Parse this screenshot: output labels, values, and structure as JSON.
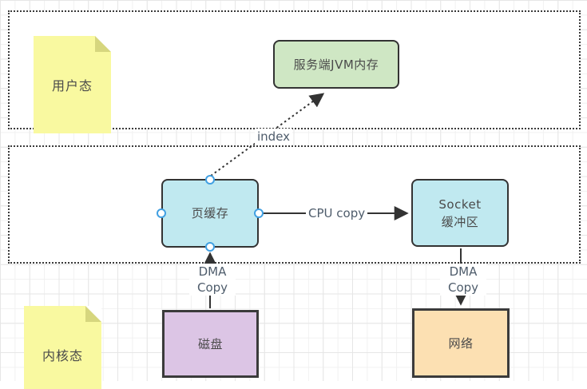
{
  "regions": {
    "user_space": {
      "note": "用户态"
    },
    "kernel_space": {
      "note": "内核态"
    }
  },
  "note_style": {
    "fill": "#f9f9a0",
    "fold": "#d6d67e"
  },
  "nodes": {
    "jvm_memory": {
      "label": "服务端JVM内存",
      "fill": "#cfe7c4"
    },
    "page_cache": {
      "label": "页缓存",
      "fill": "#c0e9f0"
    },
    "socket_buffer": {
      "label": "Socket\n缓冲区",
      "fill": "#c0e9f0"
    },
    "disk": {
      "label": "磁盘",
      "fill": "#dcc5e5"
    },
    "network": {
      "label": "网络",
      "fill": "#fce0b2"
    }
  },
  "edges": {
    "cpu_copy": {
      "label": "CPU copy"
    },
    "index": {
      "label": "index"
    },
    "dma_disk": {
      "label": "DMA\nCopy"
    },
    "dma_network": {
      "label": "DMA\nCopy"
    }
  },
  "style": {
    "node_border": "#333333",
    "edge_color": "#333333",
    "edge_label_color": "#4e5c6b",
    "handle_stroke": "#41a0e2"
  }
}
